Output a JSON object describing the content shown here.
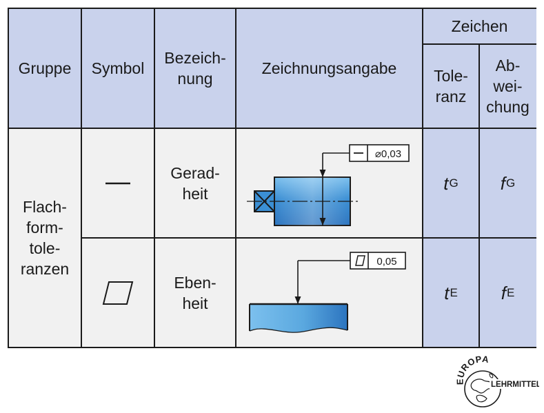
{
  "table": {
    "headers": {
      "group": "Gruppe",
      "symbol": "Symbol",
      "designation": "Bezeich-\nnung",
      "drawing": "Zeichnungsangabe",
      "sign": "Zeichen",
      "tolerance": "Tole-\nranz",
      "deviation": "Ab-\nwei-\nchung"
    },
    "group_label": "Flach-\nform-\ntole-\nranzen",
    "rows": [
      {
        "designation": "Gerad-\nheit",
        "symbol_icon": "straightness-icon",
        "frame_symbol": "—",
        "frame_value": "⌀0,03",
        "tol_letter": "t",
        "tol_sub": "G",
        "dev_letter": "f",
        "dev_sub": "G"
      },
      {
        "designation": "Eben-\nheit",
        "symbol_icon": "flatness-icon",
        "frame_symbol": "▱",
        "frame_value": "0,05",
        "tol_letter": "t",
        "tol_sub": "E",
        "dev_letter": "f",
        "dev_sub": "E"
      }
    ]
  },
  "logo": {
    "top_text": "EUROPA",
    "side_text": "LEHRMITTEL"
  },
  "colors": {
    "header_bg": "#c9d2ec",
    "body_bg": "#f1f1f1",
    "part_blue": "#5aa8df"
  }
}
